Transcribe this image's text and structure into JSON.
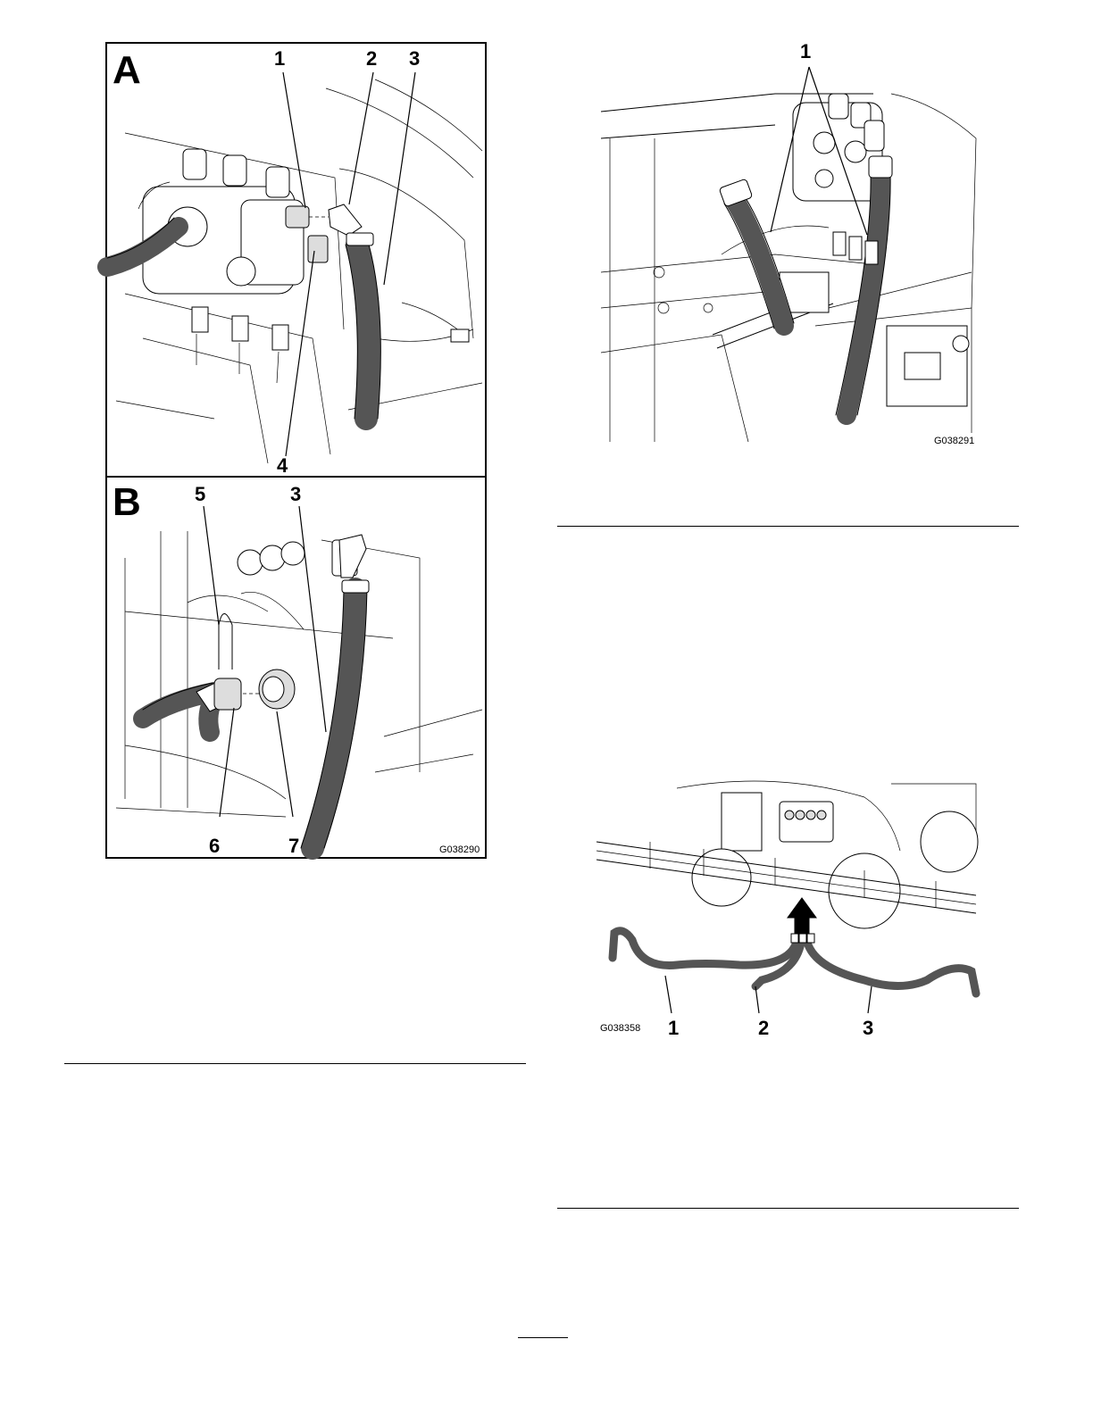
{
  "figure_a_b": {
    "panel_a": {
      "letter": "A",
      "callouts": {
        "c1": "1",
        "c2": "2",
        "c3": "3",
        "c4": "4"
      }
    },
    "panel_b": {
      "letter": "B",
      "callouts": {
        "c5": "5",
        "c3": "3",
        "c6": "6",
        "c7": "7"
      }
    },
    "figure_id": "G038290"
  },
  "figure_c": {
    "callouts": {
      "c1": "1"
    },
    "figure_id": "G038291"
  },
  "figure_d": {
    "callouts": {
      "c1": "1",
      "c2": "2",
      "c3": "3"
    },
    "figure_id": "G038358"
  }
}
